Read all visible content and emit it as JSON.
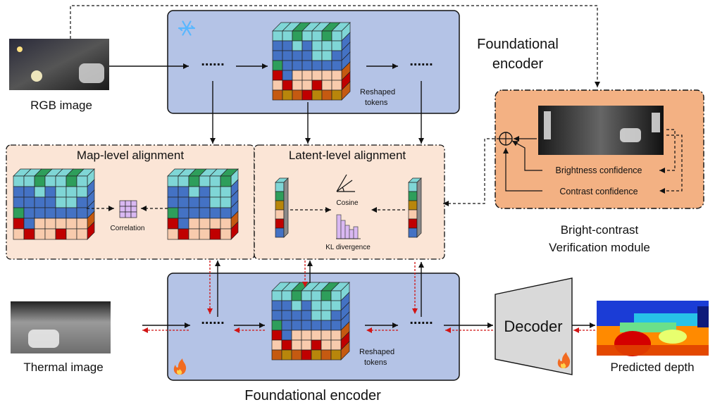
{
  "labels": {
    "rgb_image": "RGB image",
    "thermal_image": "Thermal image",
    "foundational_encoder_top_line1": "Foundational",
    "foundational_encoder_top_line2": "encoder",
    "foundational_encoder_bottom": "Foundational encoder",
    "reshaped_tokens_line1": "Reshaped",
    "reshaped_tokens_line2": "tokens",
    "map_level_alignment": "Map-level alignment",
    "latent_level_alignment": "Latent-level  alignment",
    "correlation": "Correlation",
    "cosine": "Cosine",
    "kl_divergence": "KL divergence",
    "brightness_confidence": "Brightness confidence",
    "contrast_confidence": "Contrast confidence",
    "bcv_line1": "Bright-contrast",
    "bcv_line2": "Verification module",
    "decoder": "Decoder",
    "predicted_depth": "Predicted depth",
    "ellipsis": "......"
  },
  "icons": {
    "frozen": "snowflake-icon",
    "trainable": "fire-icon"
  },
  "colors": {
    "encoder_fill": "#b4c3e6",
    "alignment_fill": "#fbe5d6",
    "bcv_fill": "#f3b183",
    "decoder_fill": "#d9d9d9",
    "feedback_arrow": "#d11414",
    "token_palette": [
      "#4472c4",
      "#7fd6d6",
      "#2e9e5b",
      "#c00000",
      "#f8cbad",
      "#c55a11",
      "#b8860b",
      "#f2e26b"
    ]
  }
}
